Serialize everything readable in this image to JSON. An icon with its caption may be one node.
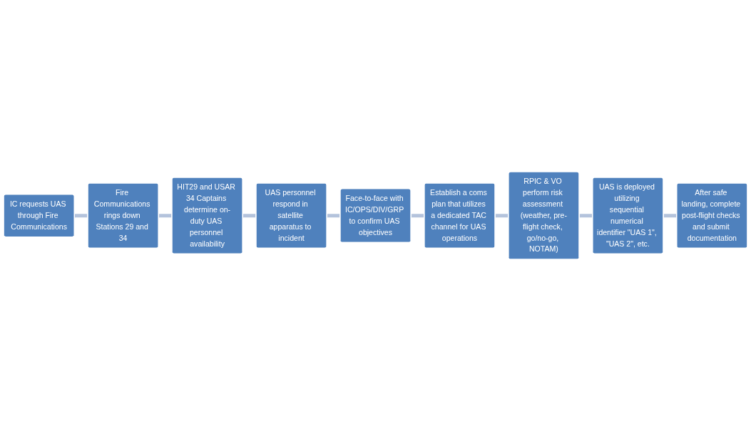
{
  "diagram": {
    "nodes": [
      {
        "text": [
          "IC requests UAS through Fire Communications"
        ]
      },
      {
        "text": [
          "Fire Communications rings down Stations 29 and 34"
        ]
      },
      {
        "text": [
          "HIT29 and USAR 34 Captains determine on-duty UAS personnel availability"
        ]
      },
      {
        "text": [
          "UAS personnel respond in satellite apparatus to incident"
        ]
      },
      {
        "text": [
          "Face-to-face with IC/OPS/DIV/GRP to confirm UAS objectives"
        ]
      },
      {
        "text": [
          "Establish a coms plan that utilizes a dedicated TAC channel for UAS operations"
        ]
      },
      {
        "text": [
          "RPIC & VO perform risk assessment (weather, pre-flight check, go/no-go, NOTAM)"
        ]
      },
      {
        "text": [
          "UAS is deployed utilizing sequential numerical identifier \"UAS 1\", \"UAS 2\", etc."
        ]
      },
      {
        "text": [
          "After safe landing, complete post-flight checks and submit documentation"
        ]
      }
    ],
    "edges": [
      {
        "from": 0,
        "to": 1,
        "arrow": "none"
      },
      {
        "from": 1,
        "to": 2,
        "arrow": "none"
      },
      {
        "from": 2,
        "to": 3,
        "arrow": "none"
      },
      {
        "from": 3,
        "to": 4,
        "arrow": "none"
      },
      {
        "from": 4,
        "to": 5,
        "arrow": "none"
      },
      {
        "from": 5,
        "to": 6,
        "arrow": "none"
      },
      {
        "from": 6,
        "to": 7,
        "arrow": "none"
      },
      {
        "from": 7,
        "to": 8,
        "arrow": "none"
      }
    ]
  }
}
